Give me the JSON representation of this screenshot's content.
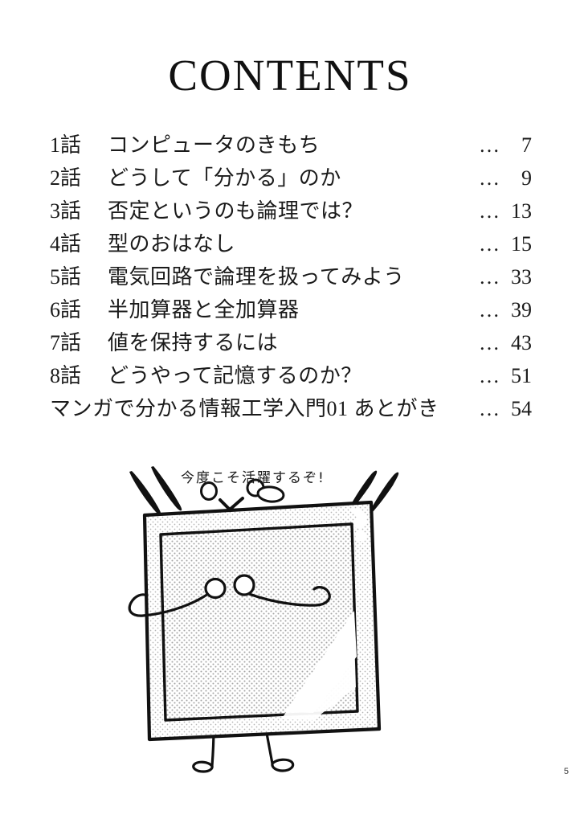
{
  "page": {
    "title": "CONTENTS",
    "folio": "5"
  },
  "toc": {
    "entries": [
      {
        "chapter": "1話",
        "title": "コンピュータのきもち",
        "dots": "…",
        "page": "7"
      },
      {
        "chapter": "2話",
        "title": "どうして「分かる」のか",
        "dots": "…",
        "page": "9"
      },
      {
        "chapter": "3話",
        "title": "否定というのも論理では？",
        "dots": "…",
        "page": "13"
      },
      {
        "chapter": "4話",
        "title": "型のおはなし",
        "dots": "…",
        "page": "15"
      },
      {
        "chapter": "5話",
        "title": "電気回路で論理を扱ってみよう",
        "dots": "…",
        "page": "33"
      },
      {
        "chapter": "6話",
        "title": "半加算器と全加算器",
        "dots": "…",
        "page": "39"
      },
      {
        "chapter": "7話",
        "title": "値を保持するには",
        "dots": "…",
        "page": "43"
      },
      {
        "chapter": "8話",
        "title": "どうやって記憶するのか？",
        "dots": "…",
        "page": "51"
      },
      {
        "chapter": "",
        "title": "マンガで分かる情報工学入門01 あとがき",
        "dots": "…",
        "page": "54"
      }
    ]
  },
  "illustration": {
    "speech": "今度こそ活躍するぞ!",
    "character_name": "tablet-mascot",
    "line_color": "#111111",
    "halftone_color": "#9a9a9a",
    "fill_color": "#ffffff"
  }
}
